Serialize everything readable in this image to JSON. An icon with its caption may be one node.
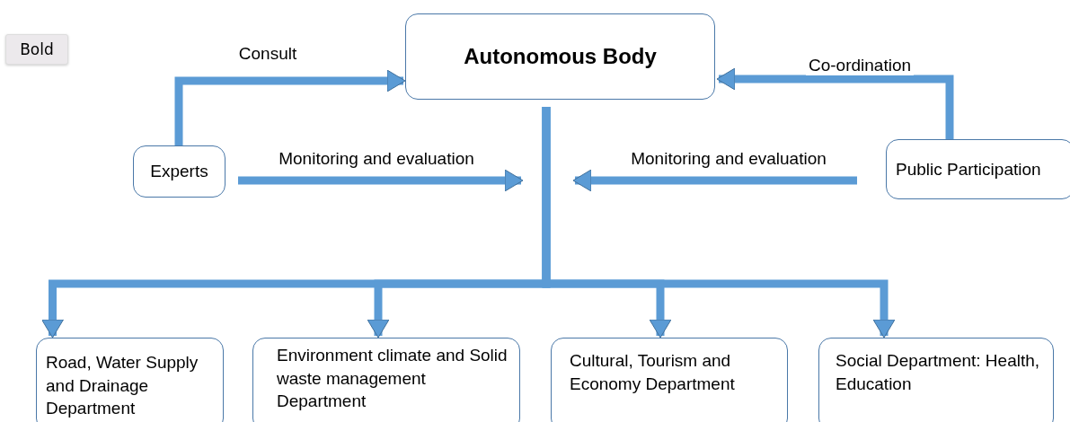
{
  "diagram": {
    "nodes": [
      {
        "text": [
          "Autonomous Body"
        ]
      },
      {
        "text": [
          "Experts"
        ]
      },
      {
        "text": [
          "Public Participation"
        ]
      },
      {
        "text": [
          "Road, Water Supply and Drainage Department"
        ]
      },
      {
        "text": [
          "Environment climate and Solid waste management Department"
        ]
      },
      {
        "text": [
          "Cultural, Tourism and Economy Department"
        ]
      },
      {
        "text": [
          "Social Department: Health, Education"
        ]
      }
    ],
    "edges": [
      {
        "from": 1,
        "to": 0,
        "arrow": "to",
        "label": "Consult"
      },
      {
        "from": 2,
        "to": 0,
        "arrow": "to",
        "label": "Co-ordination"
      },
      {
        "from": 1,
        "to": null,
        "arrow": "to",
        "label": "Monitoring and evaluation"
      },
      {
        "from": 2,
        "to": null,
        "arrow": "to",
        "label": "Monitoring and evaluation"
      },
      {
        "from": 0,
        "to": 3,
        "arrow": "to"
      },
      {
        "from": 0,
        "to": 4,
        "arrow": "to"
      },
      {
        "from": 0,
        "to": 5,
        "arrow": "to"
      },
      {
        "from": 0,
        "to": 6,
        "arrow": "to"
      }
    ],
    "labels": [
      "Bold"
    ]
  }
}
